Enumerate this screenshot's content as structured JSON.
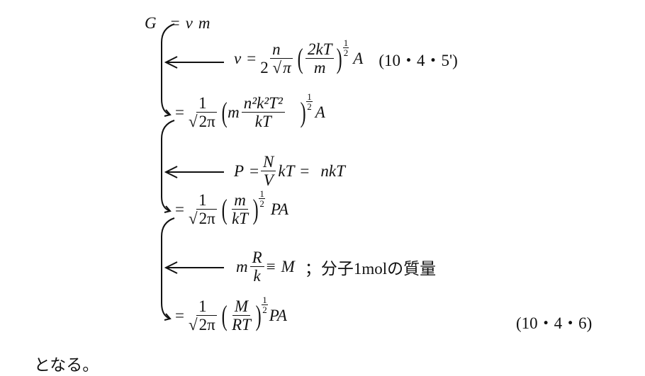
{
  "eq1": {
    "lhs": "G",
    "rhs_eq": "=",
    "nu": "ν",
    "m": "m"
  },
  "eq2": {
    "nu": "ν",
    "eq": "=",
    "num": "n",
    "den_coef": "2",
    "den_rad": "π",
    "p_num": "2kT",
    "p_den": "m",
    "exp_num": "1",
    "exp_den": "2",
    "A": "A",
    "label": "(10・4・5')"
  },
  "eq3": {
    "eq": "=",
    "num": "1",
    "rad": "2π",
    "m": "m",
    "p_num": "n²k²T²",
    "p_den": "kT",
    "exp_num": "1",
    "exp_den": "2",
    "A": "A"
  },
  "eq4": {
    "P": "P",
    "eq": "=",
    "num": "N",
    "den": "V",
    "kT": "kT",
    "eq2": "=",
    "nkT": "nkT"
  },
  "eq5": {
    "eq": "=",
    "num": "1",
    "rad": "2π",
    "p_num": "m",
    "p_den": "kT",
    "exp_num": "1",
    "exp_den": "2",
    "PA": "PA"
  },
  "eq6": {
    "m": "m",
    "num": "R",
    "den": "k",
    "equiv": "≡",
    "M": "M",
    "note": "；分子1molの質量"
  },
  "eq7": {
    "eq": "=",
    "num": "1",
    "rad": "2π",
    "p_num": "M",
    "p_den": "RT",
    "exp_num": "1",
    "exp_den": "2",
    "PA": "PA",
    "label": "(10・4・6)"
  },
  "closing": "となる。"
}
